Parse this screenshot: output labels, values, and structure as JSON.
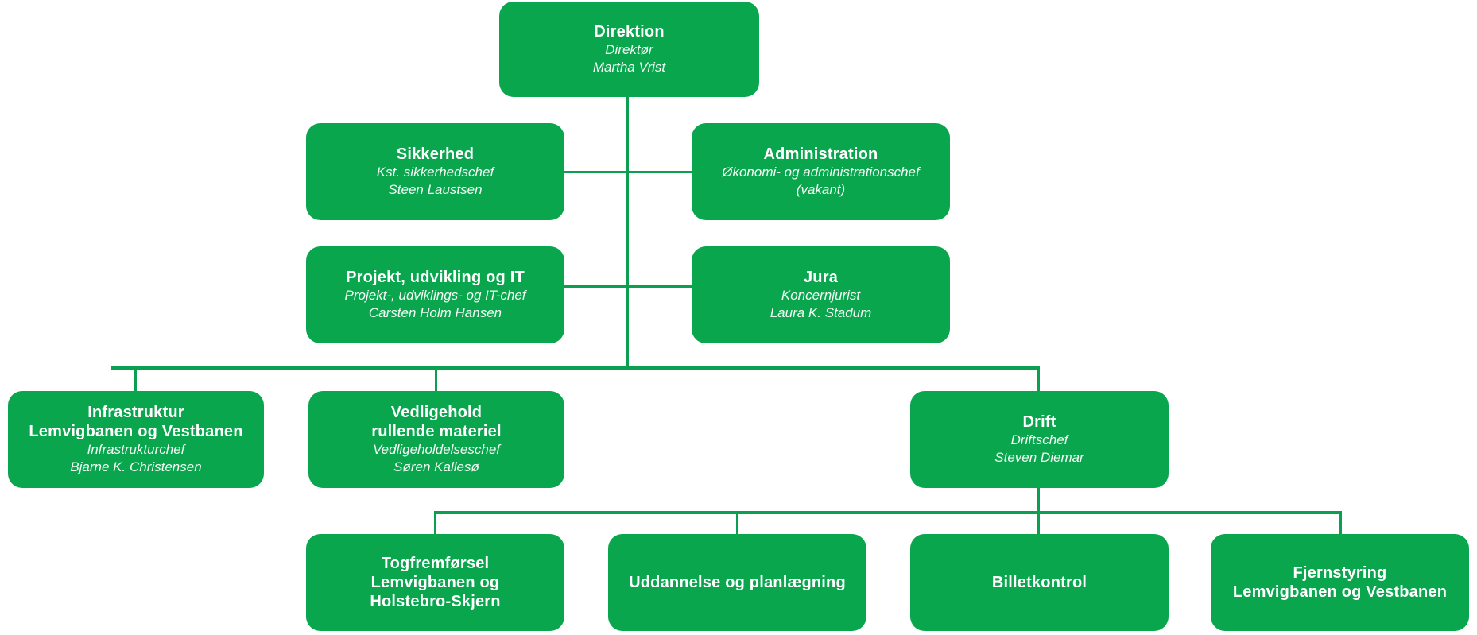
{
  "diagram": {
    "type": "org-chart",
    "language": "da",
    "nodes": {
      "direktion": {
        "title_lines": [
          "Direktion"
        ],
        "subtitle_lines": [
          "Direktør",
          "Martha Vrist"
        ]
      },
      "sikkerhed": {
        "title_lines": [
          "Sikkerhed"
        ],
        "subtitle_lines": [
          "Kst. sikkerhedschef",
          "Steen Laustsen"
        ]
      },
      "administration": {
        "title_lines": [
          "Administration"
        ],
        "subtitle_lines": [
          "Økonomi- og administrationschef",
          "(vakant)"
        ]
      },
      "projekt": {
        "title_lines": [
          "Projekt, udvikling og IT"
        ],
        "subtitle_lines": [
          "Projekt-, udviklings- og IT-chef",
          "Carsten Holm Hansen"
        ]
      },
      "jura": {
        "title_lines": [
          "Jura"
        ],
        "subtitle_lines": [
          "Koncernjurist",
          "Laura K. Stadum"
        ]
      },
      "infrastruktur": {
        "title_lines": [
          "Infrastruktur",
          "Lemvigbanen og Vestbanen"
        ],
        "subtitle_lines": [
          "Infrastrukturchef",
          "Bjarne K. Christensen"
        ]
      },
      "vedligehold": {
        "title_lines": [
          "Vedligehold",
          "rullende materiel"
        ],
        "subtitle_lines": [
          "Vedligeholdelseschef",
          "Søren Kallesø"
        ]
      },
      "drift": {
        "title_lines": [
          "Drift"
        ],
        "subtitle_lines": [
          "Driftschef",
          "Steven Diemar"
        ]
      },
      "togfremfoersel": {
        "title_lines": [
          "Togfremførsel",
          "Lemvigbanen og",
          "Holstebro-Skjern"
        ],
        "subtitle_lines": []
      },
      "uddannelse": {
        "title_lines": [
          "Uddannelse og planlægning"
        ],
        "subtitle_lines": []
      },
      "billetkontrol": {
        "title_lines": [
          "Billetkontrol"
        ],
        "subtitle_lines": []
      },
      "fjernstyring": {
        "title_lines": [
          "Fjernstyring",
          "Lemvigbanen og Vestbanen"
        ],
        "subtitle_lines": []
      }
    }
  },
  "colors": {
    "box_green": "#0aa64e",
    "line_green": "#0aa050",
    "text_white": "#ffffff"
  }
}
